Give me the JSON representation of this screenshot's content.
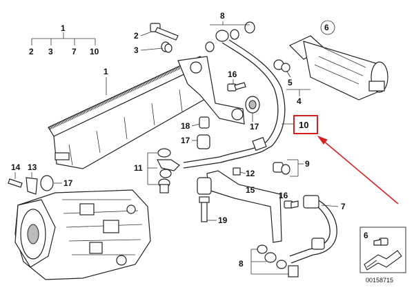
{
  "labels": {
    "tree_root": "1",
    "tree_2": "2",
    "tree_3": "3",
    "tree_7": "7",
    "tree_10": "10",
    "l2": "2",
    "l3": "3",
    "l1": "1",
    "l8_top": "8",
    "l6_top": "6",
    "l16_a": "16",
    "l5": "5",
    "l4": "4",
    "l17_a": "17",
    "l18": "18",
    "l17_b": "17",
    "l10": "10",
    "l9": "9",
    "l11": "11",
    "l12": "12",
    "l14": "14",
    "l13": "13",
    "l17_c": "17",
    "l15": "15",
    "l16_b": "16",
    "l7": "7",
    "l19": "19",
    "l8_bottom": "8",
    "legend_6": "6"
  },
  "catalog_code": "00158715",
  "colors": {
    "highlight_box": "#d62020",
    "arrow": "#d62020"
  }
}
